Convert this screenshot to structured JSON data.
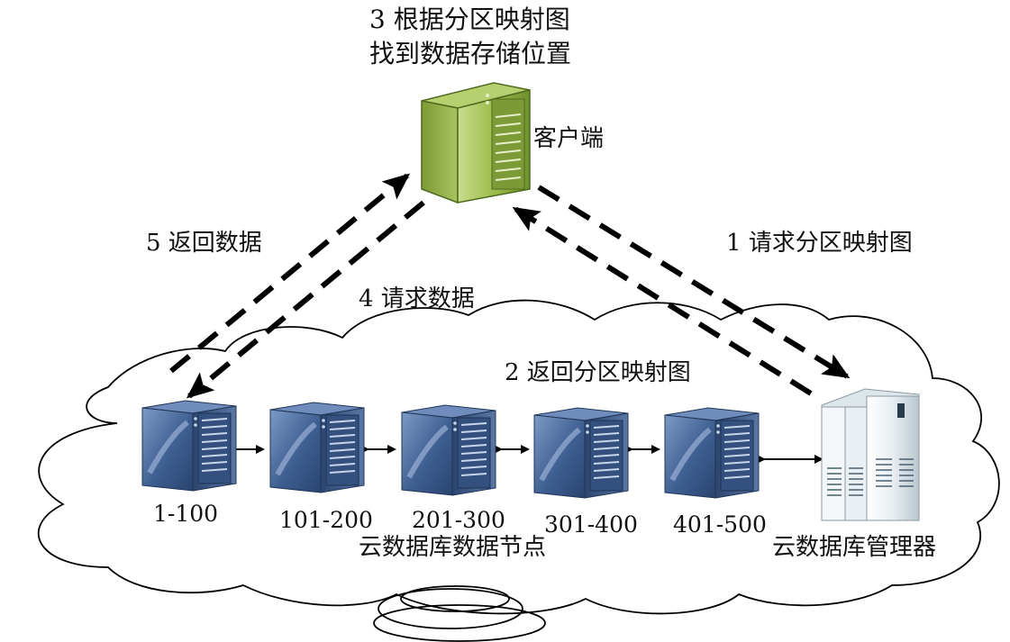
{
  "client": {
    "label": "客户端",
    "step_label": [
      "3 根据分区映射图",
      "找到数据存储位置"
    ]
  },
  "manager": {
    "label": "云数据库管理器"
  },
  "nodes_group": {
    "label": "云数据库数据节点"
  },
  "nodes": [
    {
      "range": "1-100"
    },
    {
      "range": "101-200"
    },
    {
      "range": "201-300"
    },
    {
      "range": "301-400"
    },
    {
      "range": "401-500"
    }
  ],
  "steps": {
    "request_map": "1 请求分区映射图",
    "return_map": "2 返回分区映射图",
    "request_data": "4 请求数据",
    "return_data": "5 返回数据"
  },
  "colors": {
    "client_server": "#8fae3e",
    "node_server": "#3f5f8f",
    "manager_server": "#e4ecf0",
    "cloud_stroke": "#000000",
    "arrow": "#000000"
  },
  "icons": {
    "client": "server-tower-icon",
    "node": "server-tower-icon",
    "manager": "mainframe-cabinet-icon",
    "cloud": "cloud-outline-icon"
  }
}
